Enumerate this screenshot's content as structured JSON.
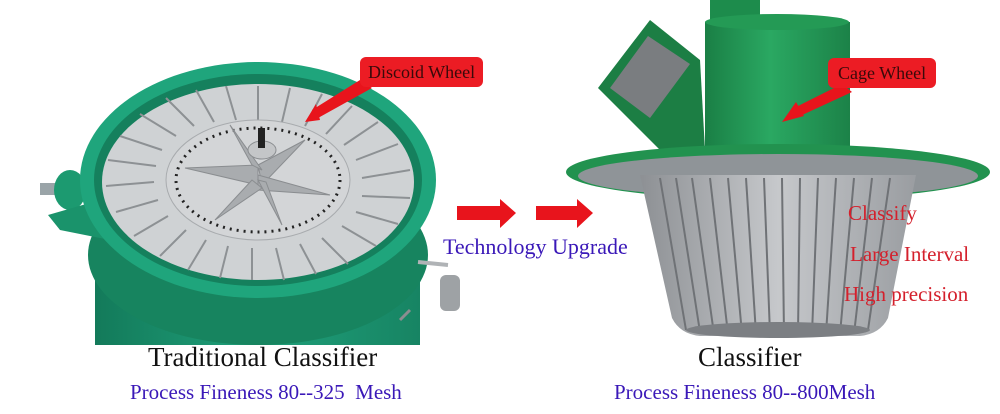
{
  "diagram": {
    "left_machine": {
      "callout": "Discoid Wheel",
      "title": "Traditional Classifier",
      "fineness": "Process Fineness 80--325  Mesh"
    },
    "transition": {
      "label": "Technology Upgrade",
      "arrows": 2
    },
    "right_machine": {
      "callout": "Cage Wheel",
      "title": "Classifier",
      "fineness": "Process Fineness 80--800Mesh",
      "features": [
        "Classify",
        "Large Interval",
        "High precision"
      ]
    },
    "colors": {
      "machine_green": "#1f9a72",
      "machine_dark_green": "#167a58",
      "right_green": "#239557",
      "blade_gray": "#b9bcbf",
      "callout_red": "#ec1c24",
      "arrow_red": "#e8141c",
      "feature_red": "#d4202c",
      "subtitle_blue": "#3a18b8"
    }
  }
}
